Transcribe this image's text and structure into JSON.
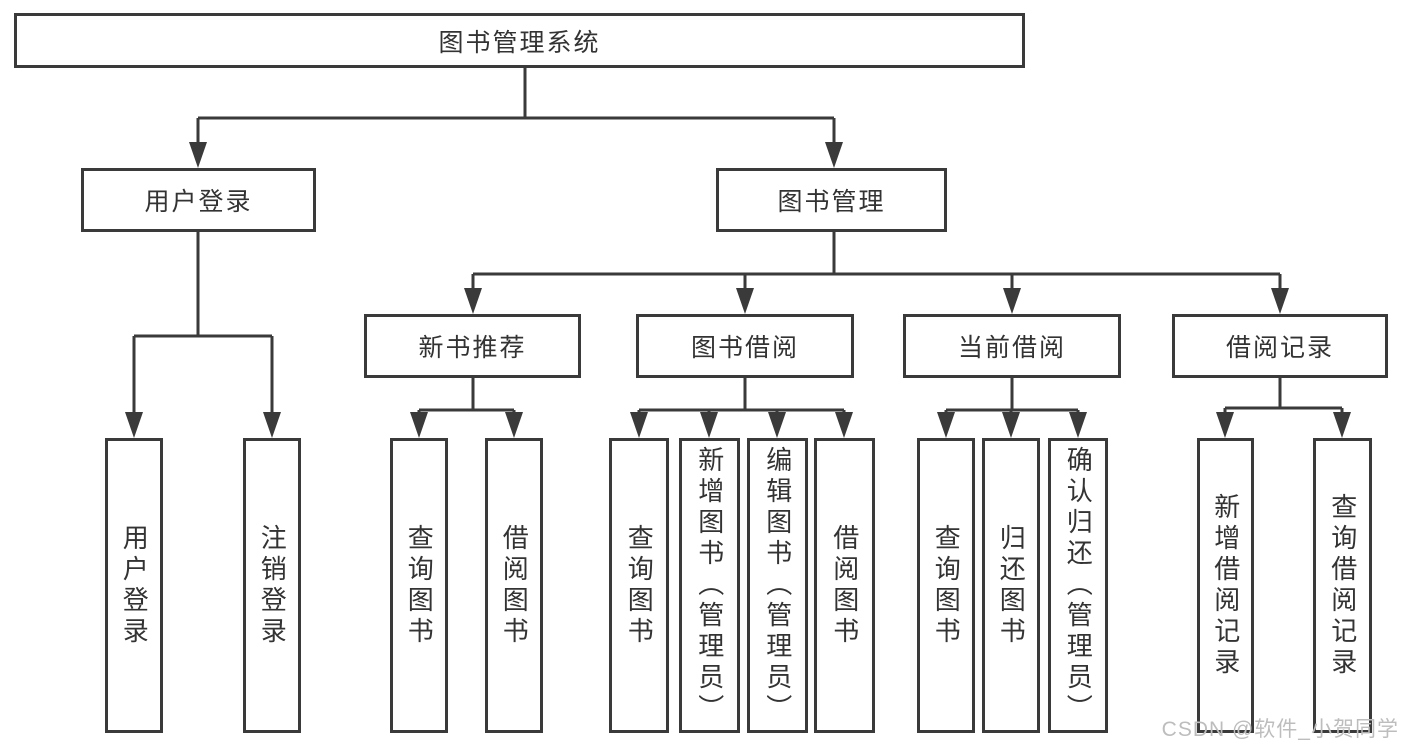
{
  "diagram": {
    "root": "图书管理系统",
    "level2": {
      "user_login": "用户登录",
      "book_management": "图书管理"
    },
    "level3": {
      "new_books": "新书推荐",
      "book_borrow": "图书借阅",
      "current_borrow": "当前借阅",
      "borrow_records": "借阅记录"
    },
    "leaves": {
      "user_login": [
        "用户登录",
        "注销登录"
      ],
      "new_books": [
        "查询图书",
        "借阅图书"
      ],
      "book_borrow": [
        "查询图书",
        "新增图书（管理员）",
        "编辑图书（管理员）",
        "借阅图书"
      ],
      "current_borrow": [
        "查询图书",
        "归还图书",
        "确认归还（管理员）"
      ],
      "borrow_records": [
        "新增借阅记录",
        "查询借阅记录"
      ]
    }
  },
  "watermark": "CSDN @软件_小贺同学",
  "colors": {
    "line": "#3a3a3a",
    "text": "#333333",
    "watermark": "#bdbdbd",
    "background": "#ffffff"
  }
}
